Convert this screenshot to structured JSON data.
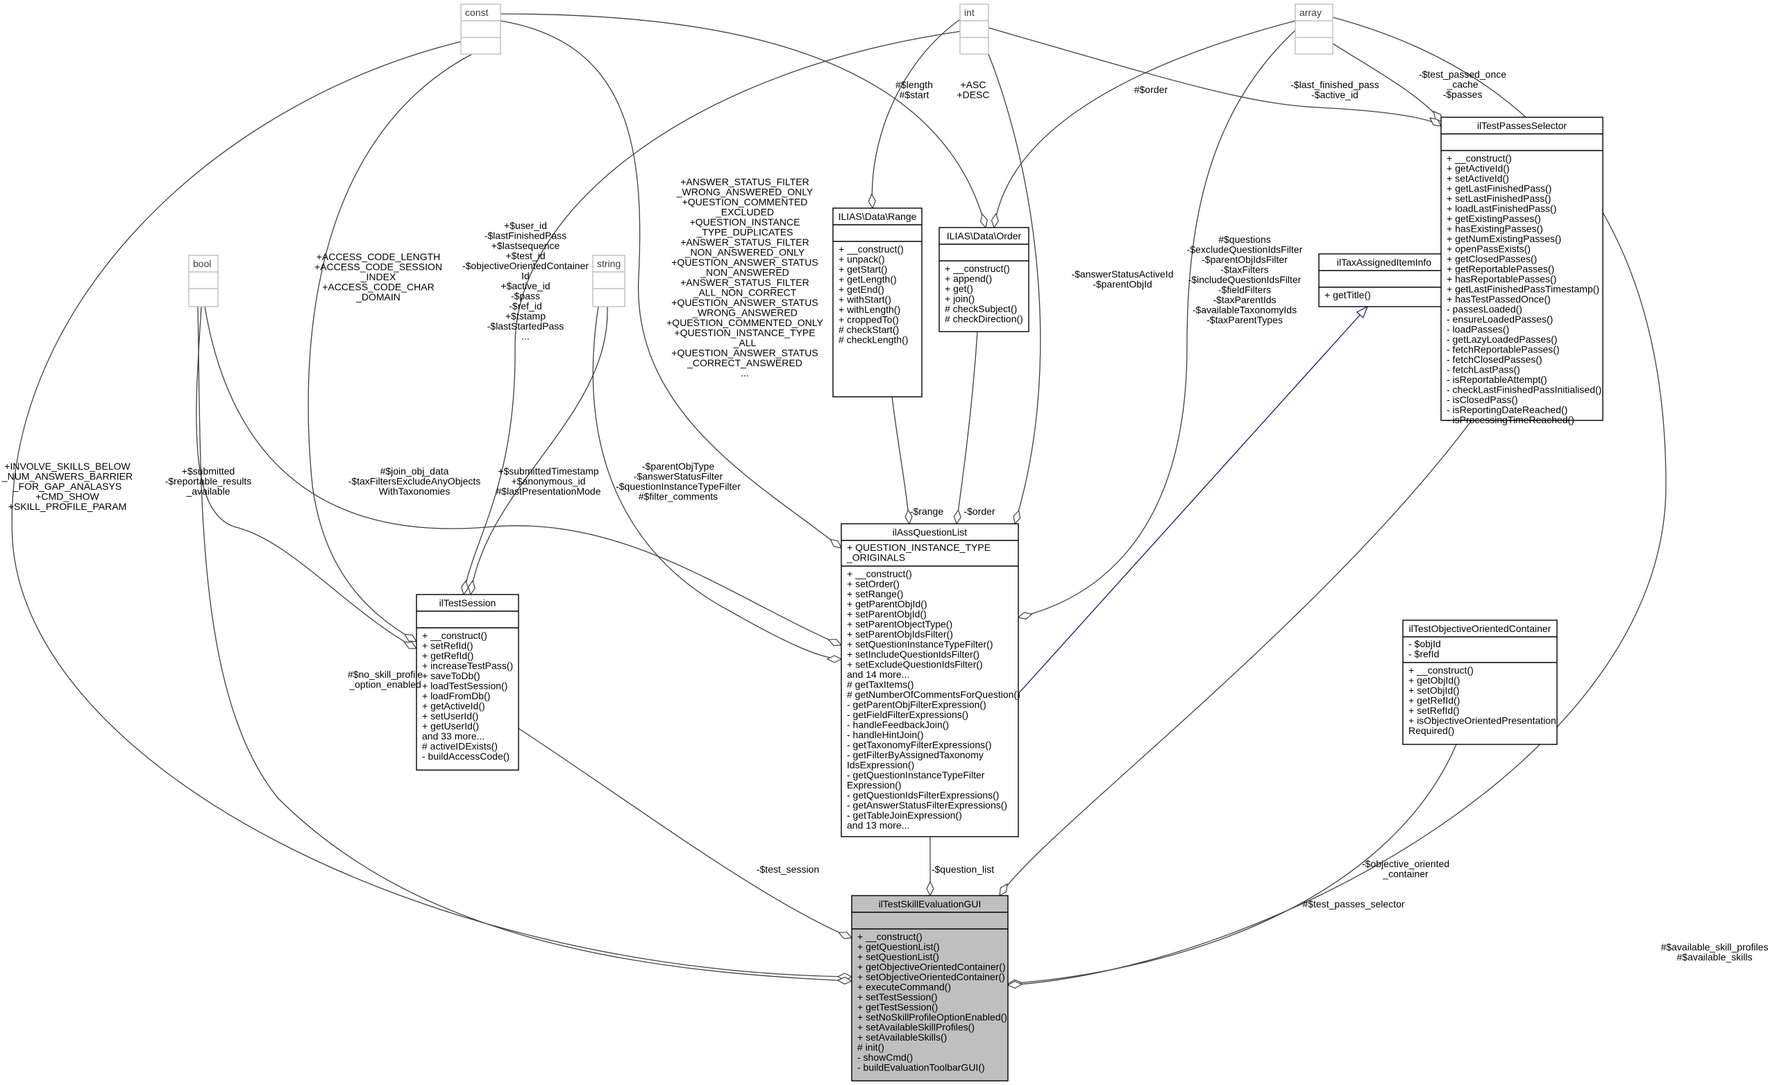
{
  "diagram": {
    "classes": [
      {
        "id": "const",
        "name": "const",
        "primitive": true,
        "attributes": [],
        "methods": []
      },
      {
        "id": "int",
        "name": "int",
        "primitive": true,
        "attributes": [],
        "methods": []
      },
      {
        "id": "array",
        "name": "array",
        "primitive": true,
        "attributes": [],
        "methods": []
      },
      {
        "id": "bool",
        "name": "bool",
        "primitive": true,
        "attributes": [],
        "methods": []
      },
      {
        "id": "string",
        "name": "string",
        "primitive": true,
        "attributes": [],
        "methods": []
      },
      {
        "id": "range",
        "name": "ILIAS\\Data\\Range",
        "attributes": [],
        "methods": [
          "+ __construct()",
          "+ unpack()",
          "+ getStart()",
          "+ getLength()",
          "+ getEnd()",
          "+ withStart()",
          "+ withLength()",
          "+ croppedTo()",
          "# checkStart()",
          "# checkLength()"
        ]
      },
      {
        "id": "order",
        "name": "ILIAS\\Data\\Order",
        "attributes": [],
        "methods": [
          "+ __construct()",
          "+ append()",
          "+ get()",
          "+ join()",
          "# checkSubject()",
          "# checkDirection()"
        ]
      },
      {
        "id": "tax",
        "name": "ilTaxAssignedItemInfo",
        "attributes": [],
        "methods": [
          "+ getTitle()"
        ]
      },
      {
        "id": "tps",
        "name": "ilTestPassesSelector",
        "attributes": [],
        "methods": [
          "+ __construct()",
          "+ getActiveId()",
          "+ setActiveId()",
          "+ getLastFinishedPass()",
          "+ setLastFinishedPass()",
          "+ loadLastFinishedPass()",
          "+ getExistingPasses()",
          "+ hasExistingPasses()",
          "+ getNumExistingPasses()",
          "+ openPassExists()",
          "+ getClosedPasses()",
          "+ getReportablePasses()",
          "+ hasReportablePasses()",
          "+ getLastFinishedPassTimestamp()",
          "+ hasTestPassedOnce()",
          "- passesLoaded()",
          "- ensureLoadedPasses()",
          "- loadPasses()",
          "- getLazyLoadedPasses()",
          "- fetchReportablePasses()",
          "- fetchClosedPasses()",
          "- fetchLastPass()",
          "- isReportableAttempt()",
          "- checkLastFinishedPassInitialised()",
          "- isClosedPass()",
          "- isReportingDateReached()",
          "- isProcessingTimeReached()"
        ]
      },
      {
        "id": "aql",
        "name": "ilAssQuestionList",
        "attributes": [
          "+ QUESTION_INSTANCE_TYPE",
          "_ORIGINALS"
        ],
        "methods": [
          "+ __construct()",
          "+ setOrder()",
          "+ setRange()",
          "+ getParentObjId()",
          "+ setParentObjId()",
          "+ setParentObjectType()",
          "+ setParentObjIdsFilter()",
          "+ setQuestionInstanceTypeFilter()",
          "+ setIncludeQuestionIdsFilter()",
          "+ setExcludeQuestionIdsFilter()",
          "and 14 more...",
          "# getTaxItems()",
          "# getNumberOfCommentsForQuestion()",
          "- getParentObjFilterExpression()",
          "- getFieldFilterExpressions()",
          "- handleFeedbackJoin()",
          "- handleHintJoin()",
          "- getTaxonomyFilterExpressions()",
          "- getFilterByAssignedTaxonomy",
          "IdsExpression()",
          "- getQuestionInstanceTypeFilter",
          "Expression()",
          "- getQuestionIdsFilterExpressions()",
          "- getAnswerStatusFilterExpressions()",
          "- getTableJoinExpression()",
          "and 13 more..."
        ]
      },
      {
        "id": "session",
        "name": "ilTestSession",
        "attributes": [],
        "methods": [
          "+ __construct()",
          "+ setRefId()",
          "+ getRefId()",
          "+ increaseTestPass()",
          "+ saveToDb()",
          "+ loadTestSession()",
          "+ loadFromDb()",
          "+ getActiveId()",
          "+ setUserId()",
          "+ getUserId()",
          "and 33 more...",
          "# activeIDExists()",
          "- buildAccessCode()"
        ]
      },
      {
        "id": "ooc",
        "name": "ilTestObjectiveOrientedContainer",
        "attributes": [
          "- $objId",
          "- $refId"
        ],
        "methods": [
          "+ __construct()",
          "+ getObjId()",
          "+ setObjId()",
          "+ getRefId()",
          "+ setRefId()",
          "+ isObjectiveOrientedPresentation",
          "Required()"
        ]
      },
      {
        "id": "gui",
        "name": "ilTestSkillEvaluationGUI",
        "focus": true,
        "attributes": [],
        "methods": [
          "+ __construct()",
          "+ getQuestionList()",
          "+ setQuestionList()",
          "+ getObjectiveOrientedContainer()",
          "+ setObjectiveOrientedContainer()",
          "+ executeCommand()",
          "+ setTestSession()",
          "+ getTestSession()",
          "+ setNoSkillProfileOptionEnabled()",
          "+ setAvailableSkillProfiles()",
          "+ setAvailableSkills()",
          "# init()",
          "- showCmd()",
          "- buildEvaluationToolbarGUI()"
        ]
      }
    ],
    "edges": [
      {
        "from": "const",
        "to": "gui",
        "type": "aggregation",
        "label": [
          "+INVOLVE_SKILLS_BELOW",
          "_NUM_ANSWERS_BARRIER",
          "_FOR_GAP_ANALASYS",
          "+CMD_SHOW",
          "+SKILL_PROFILE_PARAM"
        ]
      },
      {
        "from": "bool",
        "to": "gui",
        "type": "aggregation",
        "label": [
          "#$no_skill_profile",
          "_option_enabled"
        ]
      },
      {
        "from": "bool",
        "to": "session",
        "type": "aggregation",
        "label": [
          "+$submitted",
          "-$reportable_results",
          "_available"
        ]
      },
      {
        "from": "const",
        "to": "session",
        "type": "aggregation",
        "label": [
          "+ACCESS_CODE_LENGTH",
          "+ACCESS_CODE_SESSION",
          "_INDEX",
          "+ACCESS_CODE_CHAR",
          "_DOMAIN"
        ]
      },
      {
        "from": "int",
        "to": "session",
        "type": "aggregation",
        "label": [
          "+$user_id",
          "-$lastFinishedPass",
          "+$lastsequence",
          "+$test_id",
          "-$objectiveOrientedContainer",
          "Id",
          "+$active_id",
          "-$pass",
          "-$ref_id",
          "+$tstamp",
          "-$lastStartedPass",
          "..."
        ]
      },
      {
        "from": "string",
        "to": "session",
        "type": "aggregation",
        "label": [
          "+$submittedTimestamp",
          "+$anonymous_id",
          "#$lastPresentationMode"
        ]
      },
      {
        "from": "bool",
        "to": "aql",
        "type": "aggregation",
        "label": [
          "#$join_obj_data",
          "-$taxFiltersExcludeAnyObjects",
          "WithTaxonomies"
        ]
      },
      {
        "from": "string",
        "to": "aql",
        "type": "aggregation",
        "label": [
          "-$parentObjType",
          "-$answerStatusFilter",
          "-$questionInstanceTypeFilter",
          "#$filter_comments"
        ]
      },
      {
        "from": "const",
        "to": "aql",
        "type": "aggregation",
        "label": [
          "+ANSWER_STATUS_FILTER",
          "_WRONG_ANSWERED_ONLY",
          "+QUESTION_COMMENTED",
          "_EXCLUDED",
          "+QUESTION_INSTANCE",
          "_TYPE_DUPLICATES",
          "+ANSWER_STATUS_FILTER",
          "_NON_ANSWERED_ONLY",
          "+QUESTION_ANSWER_STATUS",
          "_NON_ANSWERED",
          "+ANSWER_STATUS_FILTER",
          "_ALL_NON_CORRECT",
          "+QUESTION_ANSWER_STATUS",
          "_WRONG_ANSWERED",
          "+QUESTION_COMMENTED_ONLY",
          "+QUESTION_INSTANCE_TYPE",
          "_ALL",
          "+QUESTION_ANSWER_STATUS",
          "_CORRECT_ANSWERED",
          "..."
        ]
      },
      {
        "from": "int",
        "to": "range",
        "type": "aggregation",
        "label": [
          "#$length",
          "#$start"
        ]
      },
      {
        "from": "const",
        "to": "order",
        "type": "aggregation",
        "label": [
          "+ASC",
          "+DESC"
        ]
      },
      {
        "from": "array",
        "to": "order",
        "type": "aggregation",
        "label": [
          "#$order"
        ]
      },
      {
        "from": "range",
        "to": "aql",
        "type": "aggregation",
        "label": [
          "-$range"
        ]
      },
      {
        "from": "order",
        "to": "aql",
        "type": "aggregation",
        "label": [
          "-$order"
        ]
      },
      {
        "from": "int",
        "to": "aql",
        "type": "aggregation",
        "label": [
          "-$answerStatusActiveId",
          "-$parentObjId"
        ]
      },
      {
        "from": "array",
        "to": "aql",
        "type": "aggregation",
        "label": [
          "#$questions",
          "-$excludeQuestionIdsFilter",
          "-$parentObjIdsFilter",
          "-$taxFilters",
          "-$includeQuestionIdsFilter",
          "-$fieldFilters",
          "-$taxParentIds",
          "-$availableTaxonomyIds",
          "-$taxParentTypes"
        ]
      },
      {
        "from": "int",
        "to": "tps",
        "type": "aggregation",
        "label": [
          "-$last_finished_pass",
          "-$active_id"
        ]
      },
      {
        "from": "array",
        "to": "tps",
        "type": "aggregation",
        "label": [
          "-$test_passed_once",
          "_cache",
          "-$passes"
        ]
      },
      {
        "from": "aql",
        "to": "tax",
        "type": "inheritance",
        "label": []
      },
      {
        "from": "aql",
        "to": "gui",
        "type": "aggregation",
        "label": [
          "-$question_list"
        ]
      },
      {
        "from": "session",
        "to": "gui",
        "type": "aggregation",
        "label": [
          "-$test_session"
        ]
      },
      {
        "from": "tps",
        "to": "gui",
        "type": "aggregation",
        "label": [
          "#$test_passes_selector"
        ]
      },
      {
        "from": "ooc",
        "to": "gui",
        "type": "aggregation",
        "label": [
          "-$objective_oriented",
          "_container"
        ]
      },
      {
        "from": "array",
        "to": "gui",
        "type": "aggregation",
        "label": [
          "#$available_skill_profiles",
          "#$available_skills"
        ]
      }
    ],
    "colors": {
      "focus_fill": "#bfbfbf",
      "primitive_border": "#bfbfbf",
      "inheritance_edge": "#191970",
      "edge": "#404040"
    }
  }
}
